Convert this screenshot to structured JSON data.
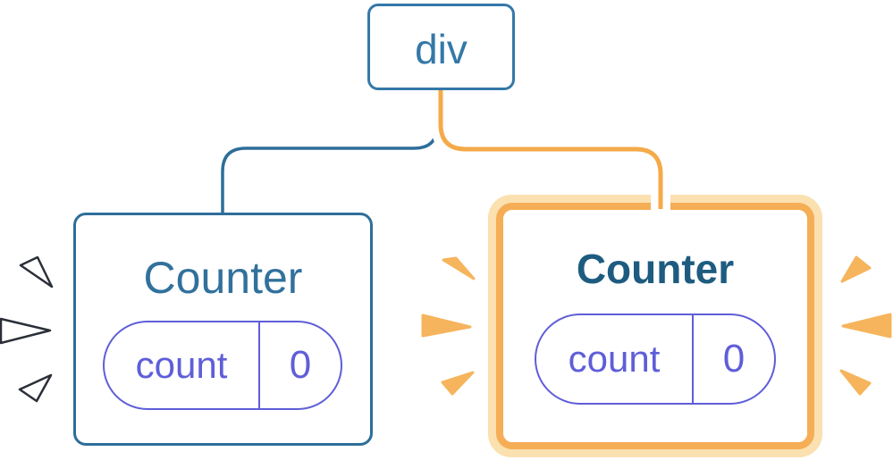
{
  "diagram": {
    "root": {
      "label": "div"
    },
    "children": [
      {
        "title": "Counter",
        "state": {
          "key": "count",
          "value": "0"
        },
        "highlighted": false,
        "burst_style": "white-outline",
        "edge_color": "blue"
      },
      {
        "title": "Counter",
        "state": {
          "key": "count",
          "value": "0"
        },
        "highlighted": true,
        "burst_style": "orange",
        "edge_color": "orange-with-white-casing"
      }
    ]
  },
  "colors": {
    "blue_stroke": "#2e6e99",
    "blue_text": "#3478a8",
    "teal_title": "#31719c",
    "teal_title_bold": "#1d5c80",
    "indigo": "#5f5ed8",
    "orange_line": "#f5aa49",
    "orange_border": "#f5ae55",
    "orange_border_light": "#fbe0b0",
    "sparkle_orange": "#f6b45c",
    "sparkle_outline": "#2a2f38",
    "casing": "#ffffff",
    "card_bg": "#ffffff",
    "page_bg": "#ffffff"
  }
}
